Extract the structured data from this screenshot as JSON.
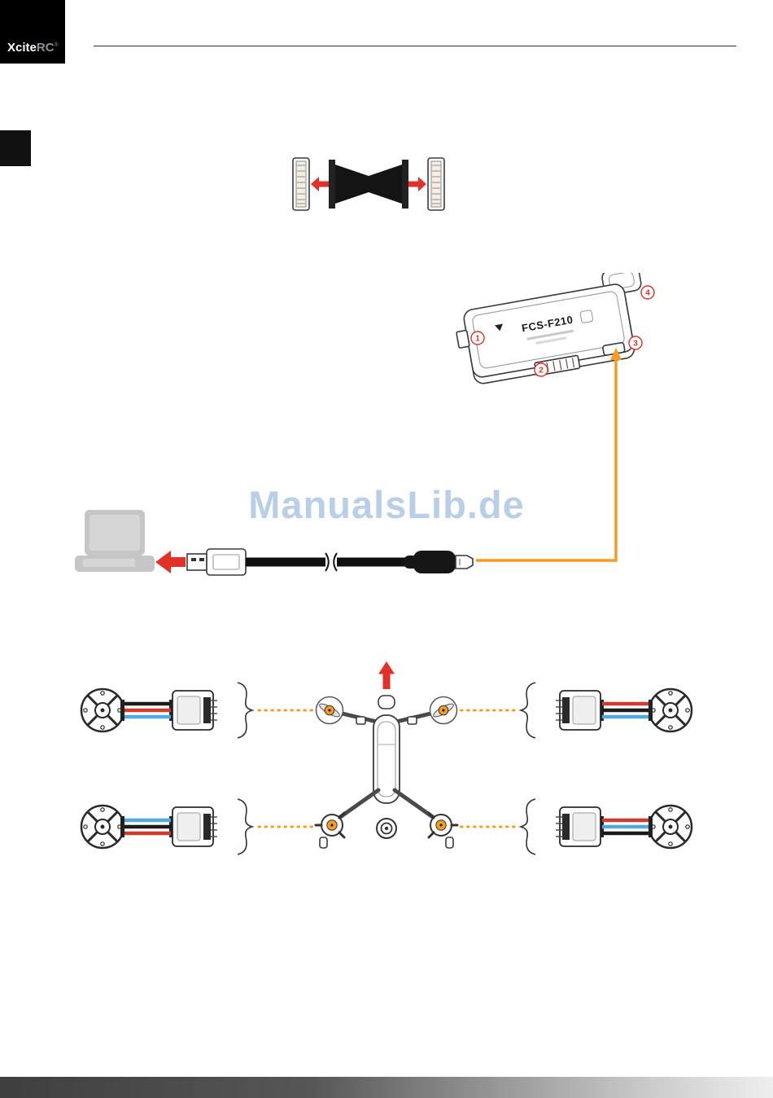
{
  "brand": {
    "bold": "Xcite",
    "light": "RC",
    "reg": "®"
  },
  "watermark": {
    "text": "ManualsLib.de",
    "color": "#b9cfe7"
  },
  "colors": {
    "accent_red": "#e23128",
    "accent_orange": "#f49d20",
    "line_dark": "#333333"
  },
  "device": {
    "label": "FCS-F210",
    "callouts": [
      "1",
      "2",
      "3",
      "4"
    ]
  },
  "wires": {
    "front_left": [
      "#1a1a1a",
      "#d13a2e",
      "#53a9dd"
    ],
    "front_right": [
      "#d13a2e",
      "#1a1a1a",
      "#53a9dd"
    ],
    "rear_left": [
      "#53a9dd",
      "#1a1a1a",
      "#d13a2e"
    ],
    "rear_right": [
      "#d13a2e",
      "#53a9dd",
      "#1a1a1a"
    ]
  }
}
